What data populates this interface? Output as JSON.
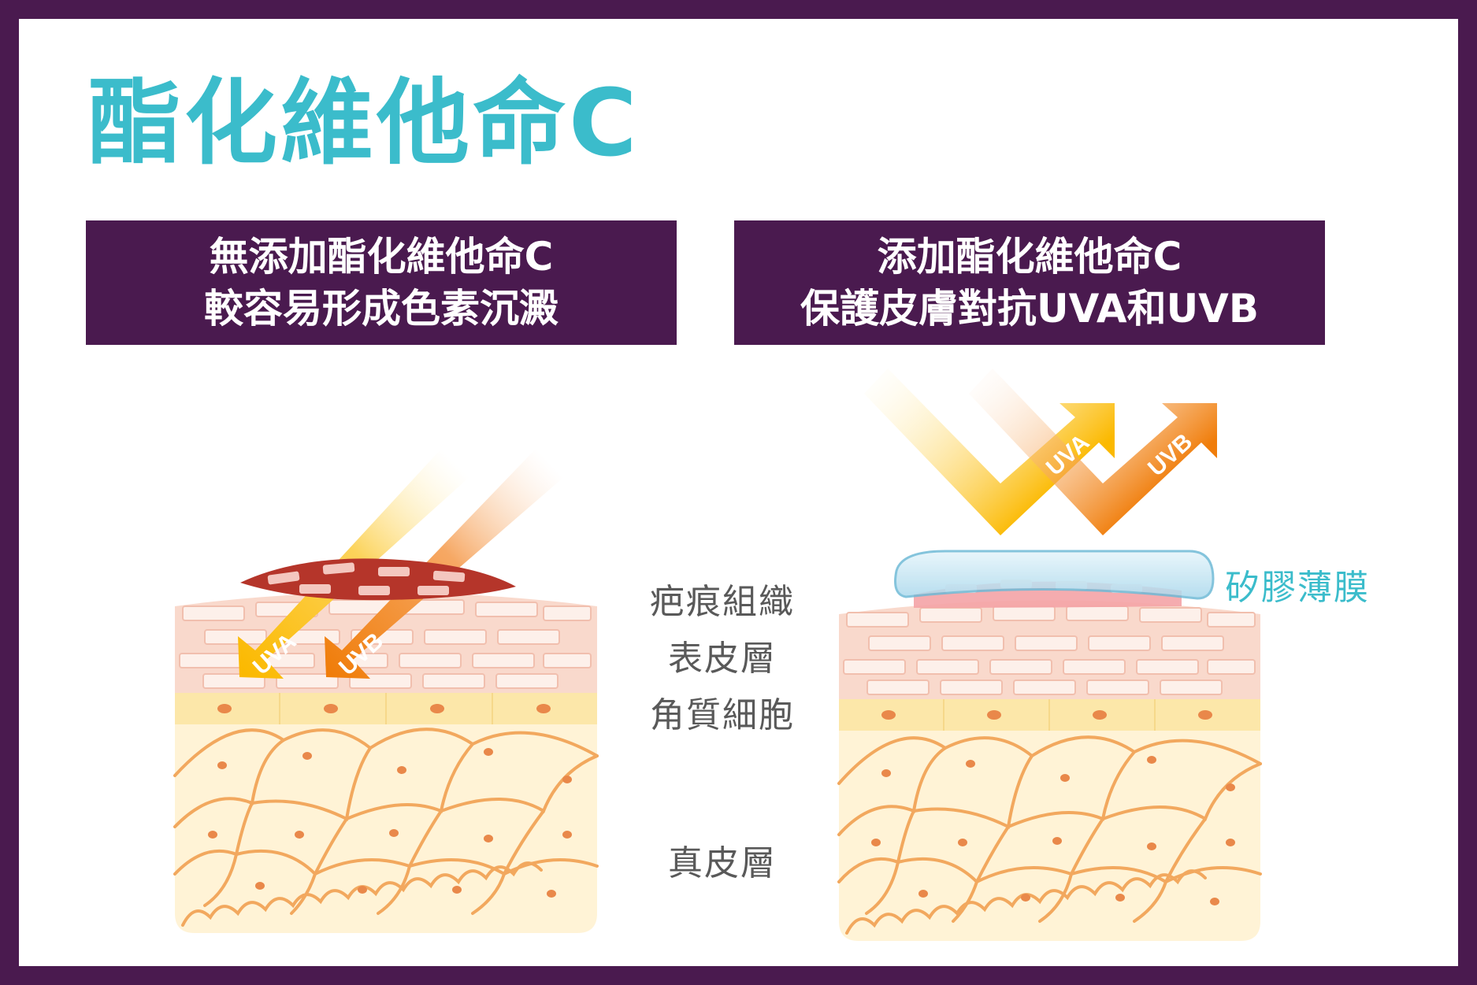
{
  "title": "酯化維他命C",
  "left_panel": {
    "line1": "無添加酯化維他命C",
    "line2": "較容易形成色素沉澱"
  },
  "right_panel": {
    "line1": "添加酯化維他命C",
    "line2": "保護皮膚對抗UVA和UVB"
  },
  "rays": {
    "uva": "UVA",
    "uvb": "UVB"
  },
  "layers": {
    "scar": "疤痕組織",
    "epidermis": "表皮層",
    "keratinocyte": "角質細胞",
    "dermis": "真皮層"
  },
  "film_label": "矽膠薄膜",
  "colors": {
    "frame": "#4a1a4f",
    "title": "#3bbccb",
    "uva": "#fbb900",
    "uvb": "#f07d0a",
    "scar": "#b5352a",
    "dermis_cell_line": "#f2a85e",
    "dermis_fill": "#fff3d6",
    "epidermis_fill": "#f9d9cc",
    "film": "#bfe3f2"
  }
}
